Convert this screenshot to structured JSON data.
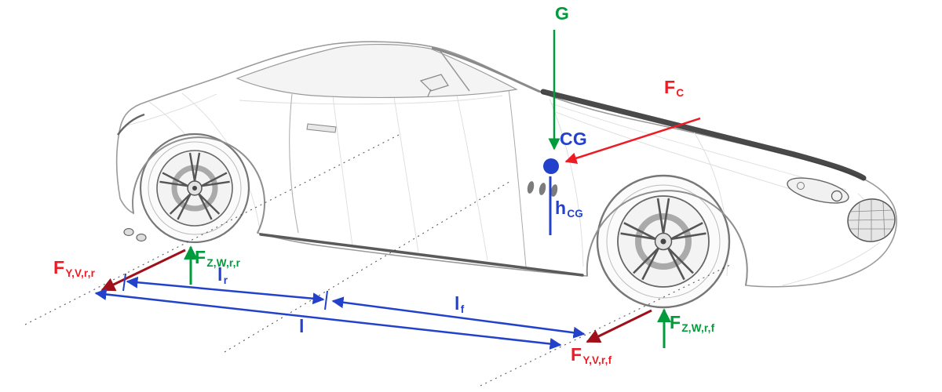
{
  "diagram": {
    "type": "vehicle-lateral-dynamics-free-body-diagram",
    "labels": {
      "gravity": {
        "main": "G",
        "sub": ""
      },
      "cornering_force": {
        "main": "F",
        "sub": "C"
      },
      "center_of_gravity": {
        "main": "CG",
        "sub": ""
      },
      "cg_height": {
        "main": "h",
        "sub": "CG"
      },
      "lateral_force_rear": {
        "main": "F",
        "sub": "Y,V,r,r"
      },
      "vertical_force_rear": {
        "main": "F",
        "sub": "Z,W,r,r"
      },
      "distance_rear": {
        "main": "l",
        "sub": "r"
      },
      "wheelbase": {
        "main": "l",
        "sub": ""
      },
      "distance_front": {
        "main": "l",
        "sub": "f"
      },
      "vertical_force_front": {
        "main": "F",
        "sub": "Z,W,r,f"
      },
      "lateral_force_front": {
        "main": "F",
        "sub": "Y,V,r,f"
      }
    },
    "colors": {
      "green": "#009b3a",
      "red": "#ed1c24",
      "blue": "#2342cb",
      "darkred": "#a0101a",
      "carline": "#9a9a9a"
    }
  }
}
